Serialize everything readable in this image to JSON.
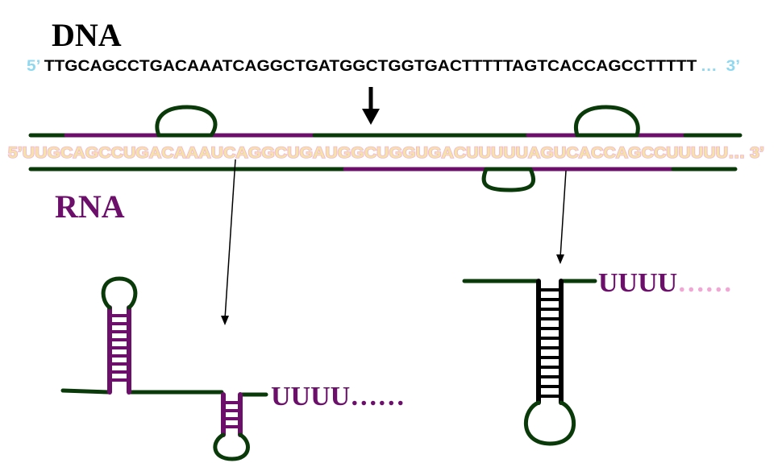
{
  "dna_label": "DNA",
  "rna_label": "RNA",
  "dna_strand": {
    "five_prime": "5’",
    "sequence": "TTGCAGCCTGACAAATCAGGCTGATGGCTGGTGACTTTTTAGTCACCAGCCTTTTT",
    "ellipsis": "…",
    "three_prime": "3’"
  },
  "rna_strand": {
    "text": "5’UUGCAGCCUGACAAAUCAGGCUGAUGGCUGGUGACUUUUUAGUCACCAGCCUUUUU… 3’"
  },
  "hairpin_left_tail": {
    "main": "UUUU",
    "dots": "……"
  },
  "hairpin_right_tail": {
    "main": "UUUU",
    "dots": "……"
  },
  "colors": {
    "strand": "#0a3a0a",
    "rna_purple": "#6b0f6b",
    "end_label": "#8fd8f0",
    "rna_text_fill": "#f6e3a8",
    "rna_text_outline": "#f2b6d2"
  }
}
